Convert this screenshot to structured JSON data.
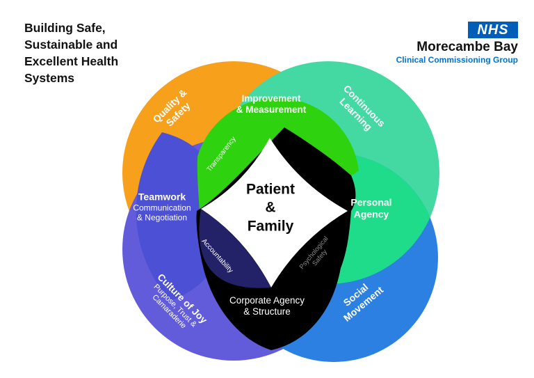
{
  "title": {
    "line1": "Building Safe,",
    "line2": "Sustainable and",
    "line3": "Excellent Health",
    "line4": "Systems"
  },
  "logo": {
    "nhs": "NHS",
    "org": "Morecambe Bay",
    "sub": "Clinical Commissioning Group",
    "nhs_blue": "#005EB8",
    "text_blue": "#0072CE"
  },
  "regions": {
    "quality_safety": {
      "line1": "Quality &",
      "line2": "Safety",
      "color": "#F7A01B"
    },
    "improvement": {
      "line1": "Improvement",
      "line2": "& Measurement",
      "color": "#2FD20E"
    },
    "continuous_learning": {
      "line1": "Continuous",
      "line2": "Learning",
      "color": "#44D9A2"
    },
    "teamwork": {
      "line1": "Teamwork",
      "line2": "Communication",
      "line3": "& Negotiation",
      "color": "#4C50D4"
    },
    "personal_agency": {
      "line1": "Personal",
      "line2": "Agency",
      "color": "#1FDC8A"
    },
    "patient_family": {
      "line1": "Patient",
      "line2": "&",
      "line3": "Family",
      "color": "#FFFFFF"
    },
    "culture_of_joy": {
      "line1": "Culture of Joy",
      "line2": "Purpose, Trust &",
      "line3": "Camaraderie",
      "color": "#625CDA"
    },
    "corporate": {
      "line1": "Corporate Agency",
      "line2": "& Structure",
      "color": "#000000"
    },
    "social_movement": {
      "line1": "Social",
      "line2": "Movement",
      "color": "#2B80E1"
    },
    "transparency": {
      "text": "Transparency"
    },
    "accountability": {
      "text": "Accountability",
      "color": "#232167"
    },
    "psychological_safety": {
      "line1": "Psychological",
      "line2": "Safety",
      "text_color": "#8A8A8A"
    }
  }
}
